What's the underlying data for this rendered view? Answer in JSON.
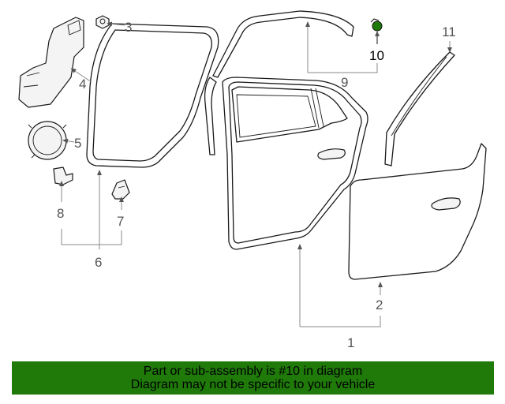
{
  "callouts": {
    "c1": "1",
    "c2": "2",
    "c3": "3",
    "c4": "4",
    "c5": "5",
    "c6": "6",
    "c7": "7",
    "c8": "8",
    "c9": "9",
    "c10": "10",
    "c11": "11"
  },
  "highlight_part": "10",
  "colors": {
    "highlight": "#1f7a0a",
    "banner_bg": "#1f7a0a",
    "line": "#1a1a1a",
    "callout_text": "#555555"
  },
  "banner": {
    "line1": "Part or sub-assembly is #10 in diagram",
    "line2": "Diagram may not be specific to your vehicle"
  }
}
